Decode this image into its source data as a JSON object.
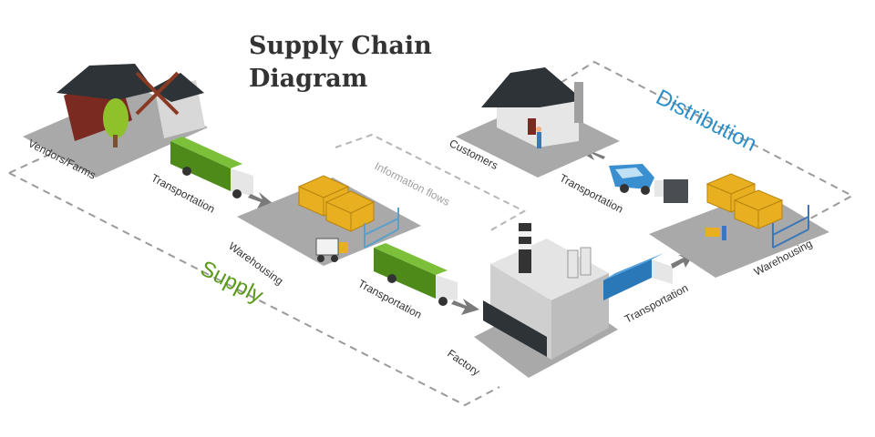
{
  "title": {
    "line1": "Supply Chain",
    "line2": "Diagram"
  },
  "regions": {
    "supply": "Supply",
    "distribution": "Distribution"
  },
  "labels": {
    "vendors": "Vendors/Farms",
    "transportation_1": "Transportation",
    "warehousing_1": "Warehousing",
    "information_flows": "Information flows",
    "transportation_2": "Transportation",
    "factory": "Factory",
    "transportation_3": "Transportation",
    "warehousing_2": "Warehousing",
    "transportation_4": "Transportation",
    "customers": "Customers"
  },
  "colors": {
    "supply": "#5a9a1a",
    "distribution": "#2b8fc9",
    "platform": "#a9a9a9",
    "truck_green": "#6aab2a",
    "truck_blue": "#3a8fd0",
    "crate": "#e8b020",
    "dash": "#9a9a9a"
  }
}
